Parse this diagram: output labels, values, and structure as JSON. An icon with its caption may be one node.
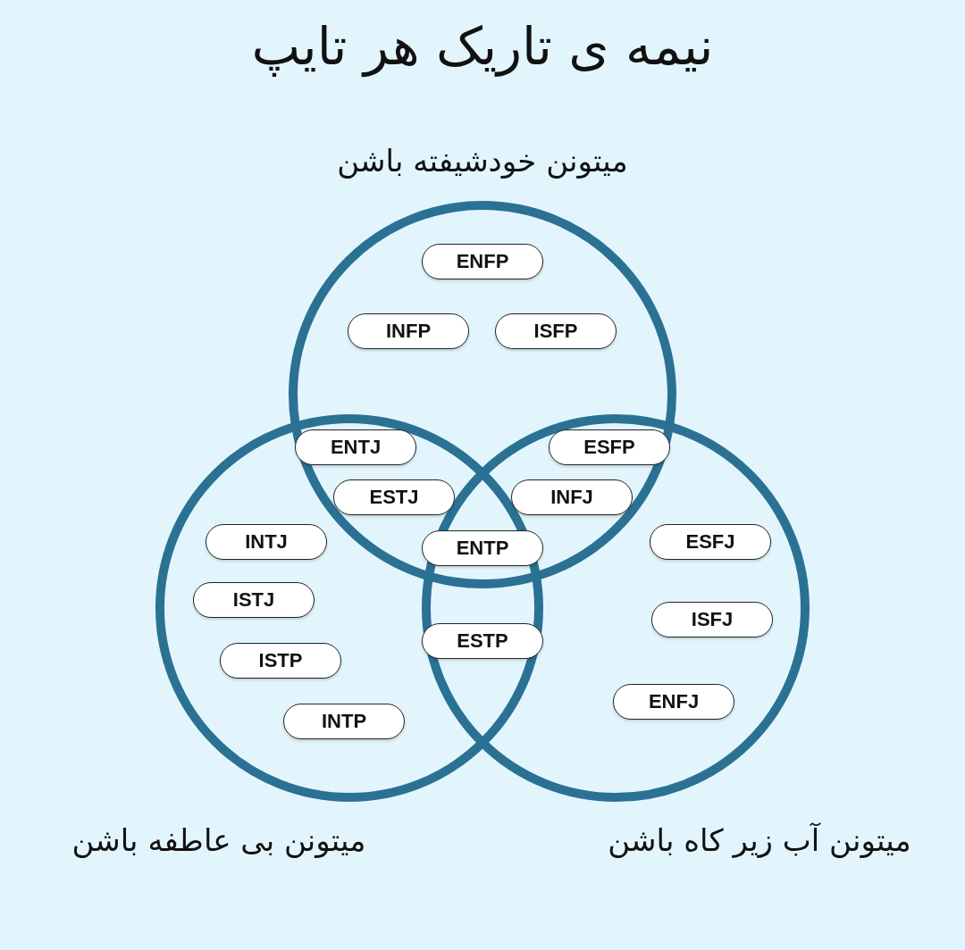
{
  "diagram": {
    "title": "نیمه ی تاریک هر تایپ",
    "nodes": [
      {
        "text": [
          "میتونن خودشیفته باشن"
        ]
      },
      {
        "text": [
          "میتونن بی عاطفه باشن"
        ]
      },
      {
        "text": [
          "میتونن آب زیر کاه باشن"
        ]
      },
      {
        "text": [
          "ENFP"
        ],
        "in": 0
      },
      {
        "text": [
          "INFP"
        ],
        "in": 0
      },
      {
        "text": [
          "ISFP"
        ],
        "in": 0
      },
      {
        "text": [
          "ENTJ"
        ]
      },
      {
        "text": [
          "ESFP"
        ]
      },
      {
        "text": [
          "ESTJ"
        ]
      },
      {
        "text": [
          "INFJ"
        ]
      },
      {
        "text": [
          "INTJ"
        ],
        "in": 1
      },
      {
        "text": [
          "ENTP"
        ]
      },
      {
        "text": [
          "ESFJ"
        ],
        "in": 2
      },
      {
        "text": [
          "ISTJ"
        ],
        "in": 1
      },
      {
        "text": [
          "ISFJ"
        ],
        "in": 2
      },
      {
        "text": [
          "ESTP"
        ]
      },
      {
        "text": [
          "ISTP"
        ],
        "in": 1
      },
      {
        "text": [
          "ENFJ"
        ],
        "in": 2
      },
      {
        "text": [
          "INTP"
        ],
        "in": 1
      }
    ]
  }
}
